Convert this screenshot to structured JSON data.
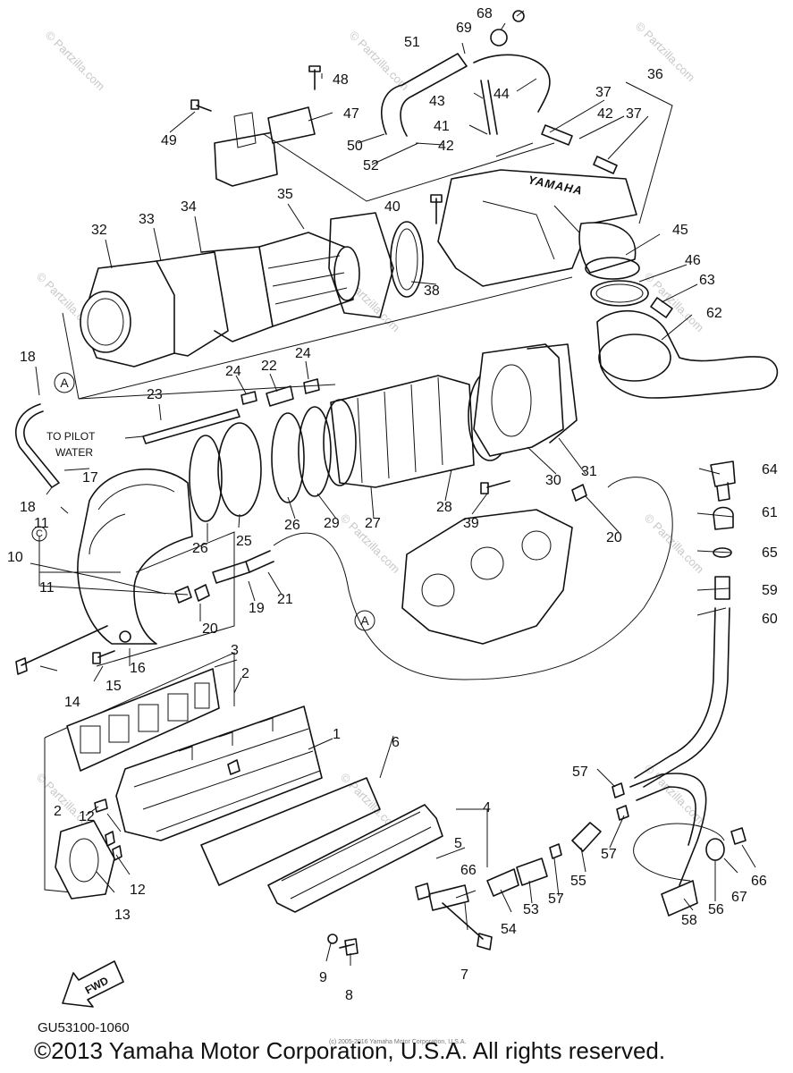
{
  "figure": {
    "drawing_code": "GU53100-1060",
    "copyright": "©2013 Yamaha Motor Corporation, U.S.A. All rights reserved.",
    "inner_credit": "(c) 2005-2016 Yamaha Motor Corporation, U.S.A.",
    "watermark": "© Partzilla.com",
    "brand_marking": "YAMAHA",
    "fwd_label": "FWD"
  },
  "annotations": {
    "pilot_water": [
      "TO PILOT",
      "WATER"
    ],
    "circle_a": "A",
    "circle_c": "C"
  },
  "callouts": [
    "1",
    "2",
    "2",
    "3",
    "4",
    "5",
    "6",
    "7",
    "8",
    "9",
    "10",
    "11",
    "11",
    "12",
    "12",
    "13",
    "14",
    "15",
    "16",
    "17",
    "18",
    "18",
    "19",
    "20",
    "20",
    "20",
    "21",
    "22",
    "23",
    "24",
    "24",
    "25",
    "26",
    "26",
    "27",
    "28",
    "29",
    "30",
    "31",
    "32",
    "33",
    "34",
    "35",
    "36",
    "37",
    "37",
    "38",
    "39",
    "40",
    "41",
    "42",
    "42",
    "43",
    "44",
    "45",
    "46",
    "47",
    "48",
    "49",
    "50",
    "51",
    "52",
    "53",
    "54",
    "55",
    "56",
    "57",
    "57",
    "57",
    "58",
    "59",
    "60",
    "61",
    "62",
    "63",
    "64",
    "65",
    "66",
    "66",
    "67",
    "68",
    "69"
  ],
  "colors": {
    "line": "#111111",
    "background": "#ffffff",
    "watermark": "#c8c8c8"
  }
}
